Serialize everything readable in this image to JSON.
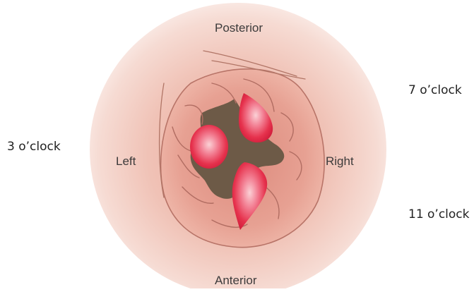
{
  "labels": {
    "posterior": "Posterior",
    "anterior": "Anterior",
    "left": "Left",
    "right": "Right"
  },
  "clock_positions": {
    "three": "3 o’clock",
    "seven": "7 o’clock",
    "eleven": "11 o’clock"
  },
  "colors": {
    "outer_skin": "#f2cdc3",
    "inner_mucosa": "#e59a8e",
    "lumen": "#6f5a48",
    "hemorrhoid": "#e8344e"
  }
}
